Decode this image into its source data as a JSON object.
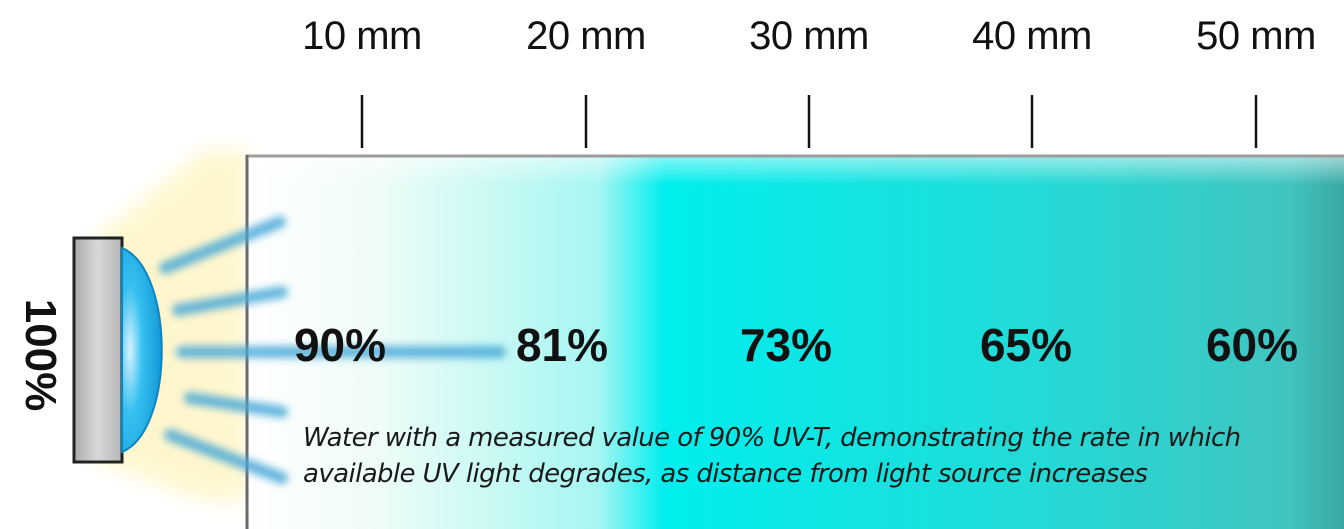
{
  "scale_labels": [
    "10 mm",
    "20 mm",
    "30 mm",
    "40 mm",
    "50 mm"
  ],
  "source_intensity": "100%",
  "transmittance_labels": [
    "90%",
    "81%",
    "73%",
    "65%",
    "60%"
  ],
  "caption": {
    "line1": "Water with a measured value of 90% UV-T, demonstrating the rate in which",
    "line2": "available UV light degrades, as distance from light source increases"
  },
  "colors": {
    "water_start": "#ffffff",
    "water_mid": "#00eeee",
    "water_end": "#3fb5ad",
    "glow": "#fff6c8",
    "lens": "#1ab2e8",
    "lamp_housing": "#bdbdbd",
    "beam": "#4aa9d8"
  },
  "icons": [
    "uv-lamp-icon",
    "uv-lens-icon",
    "light-beam-icon"
  ]
}
